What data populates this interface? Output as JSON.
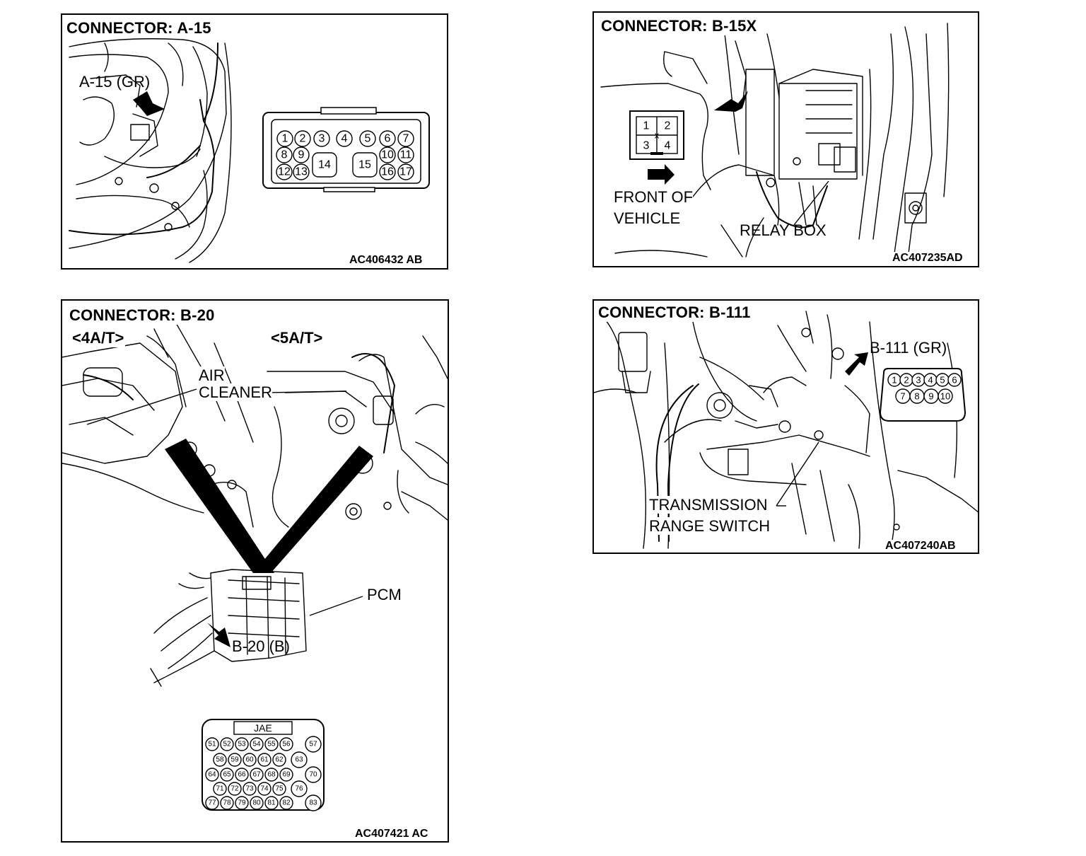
{
  "panels": {
    "a15": {
      "title": "CONNECTOR: A-15",
      "callout": "A-15 (GR)",
      "code": "AC406432 AB",
      "pins_top": [
        "1",
        "2",
        "3",
        "4",
        "5",
        "6",
        "7"
      ],
      "pins_mid": [
        "8",
        "9",
        "10",
        "11"
      ],
      "pins_bot": [
        "12",
        "13",
        "14",
        "15",
        "16",
        "17"
      ]
    },
    "b15x": {
      "title": "CONNECTOR: B-15X",
      "front_label_1": "FRONT OF",
      "front_label_2": "VEHICLE",
      "relay_label": "RELAY BOX",
      "code": "AC407235AD",
      "pins": [
        "1",
        "2",
        "3",
        "4"
      ]
    },
    "b20": {
      "title": "CONNECTOR: B-20",
      "sub_4at": "<4A/T>",
      "sub_5at": "<5A/T>",
      "air_label_1": "AIR",
      "air_label_2": "CLEANER",
      "pcm_label": "PCM",
      "callout": "B-20 (B)",
      "jae_label": "JAE",
      "code": "AC407421 AC",
      "pin_rows": [
        [
          "51",
          "52",
          "53",
          "54",
          "55",
          "56",
          "57"
        ],
        [
          "58",
          "59",
          "60",
          "61",
          "62",
          "63"
        ],
        [
          "64",
          "65",
          "66",
          "67",
          "68",
          "69",
          "70"
        ],
        [
          "71",
          "72",
          "73",
          "74",
          "75",
          "76"
        ],
        [
          "77",
          "78",
          "79",
          "80",
          "81",
          "82",
          "83"
        ]
      ]
    },
    "b111": {
      "title": "CONNECTOR: B-111",
      "callout": "B-111 (GR)",
      "trs_label_1": "TRANSMISSION",
      "trs_label_2": "RANGE SWITCH",
      "code": "AC407240AB",
      "pins_top": [
        "1",
        "2",
        "3",
        "4",
        "5",
        "6"
      ],
      "pins_bot": [
        "7",
        "8",
        "9",
        "10"
      ]
    }
  }
}
